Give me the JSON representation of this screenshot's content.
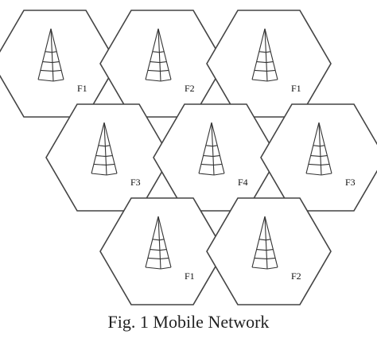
{
  "caption": "Fig. 1 Mobile Network",
  "cells": [
    {
      "id": "top-left",
      "label": "F1"
    },
    {
      "id": "top-middle",
      "label": "F2"
    },
    {
      "id": "top-right",
      "label": "F1"
    },
    {
      "id": "middle-left",
      "label": "F3"
    },
    {
      "id": "middle-center",
      "label": "F4"
    },
    {
      "id": "middle-right",
      "label": "F3"
    },
    {
      "id": "bottom-left",
      "label": "F1"
    },
    {
      "id": "bottom-right",
      "label": "F2"
    }
  ],
  "icons": {
    "cell": "hexagon-cell",
    "tower": "cell-tower-icon"
  }
}
